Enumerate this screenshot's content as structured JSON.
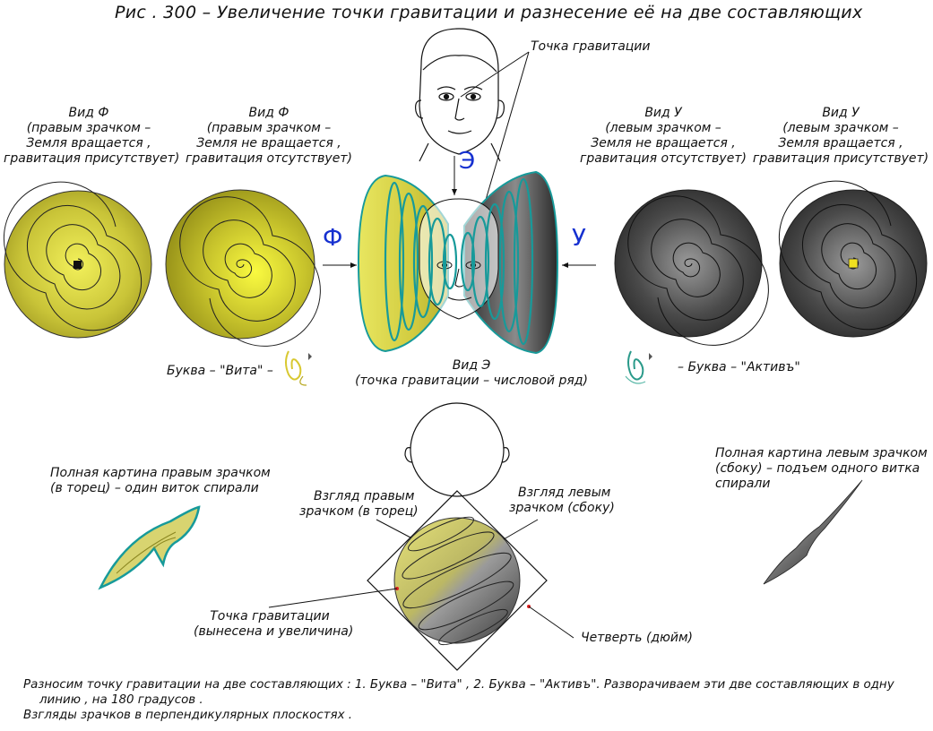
{
  "title": "Рис . 300 –  Увеличение точки гравитации и разнесение её на две составляющих",
  "gravity_point_label": "Точка гравитации",
  "views": [
    {
      "line1": "Вид Ф",
      "line2": "(правым зрачком –",
      "line3": "Земля вращается ,",
      "line4": "гравитация присутствует)"
    },
    {
      "line1": "Вид Ф",
      "line2": "(правым зрачком –",
      "line3": "Земля не вращается ,",
      "line4": "гравитация отсутствует)"
    },
    {
      "line1": "Вид У",
      "line2": "(левым зрачком –",
      "line3": "Земля не вращается ,",
      "line4": "гравитация отсутствует)"
    },
    {
      "line1": "Вид У",
      "line2": "(левым зрачком –",
      "line3": "Земля вращается ,",
      "line4": "гравитация присутствует)"
    }
  ],
  "letters": {
    "f": "Ф",
    "u": "У",
    "e": "Э"
  },
  "letter_vita": "Буква – \"Вита\" –",
  "letter_activ": "– Буква – \"Активъ\"",
  "view_e": {
    "line1": "Вид Э",
    "line2": "(точка гравитации – числовой ряд)"
  },
  "full_right": {
    "line1": "Полная картина правым зрачком",
    "line2": "(в торец) – один виток спирали"
  },
  "full_left": {
    "line1": "Полная картина левым зрачком",
    "line2": "(сбоку) – подъем одного витка",
    "line3": "спирали"
  },
  "gaze_right": {
    "line1": "Взгляд правым",
    "line2": "зрачком (в торец)"
  },
  "gaze_left": {
    "line1": "Взгляд левым",
    "line2": "зрачком (сбоку)"
  },
  "gp_moved": {
    "line1": "Точка гравитации",
    "line2": "(вынесена и увеличина)"
  },
  "quarter": "Четверть (дюйм)",
  "footer": {
    "line1": "Разносим точку гравитации на две составляющих : 1. Буква – \"Вита\" , 2. Буква – \"Активъ\". Разворачиваем эти две составляющих в одну",
    "line2": "линию , на 180 градусов .",
    "line3": "Взгляды зрачков в перпендикулярных плоскостях ."
  },
  "colors": {
    "yellow_disk": "#d8d440",
    "dark_disk": "#555555",
    "teal": "#179a9a",
    "label_blue": "#1530d0",
    "red_dot": "#e02020"
  }
}
